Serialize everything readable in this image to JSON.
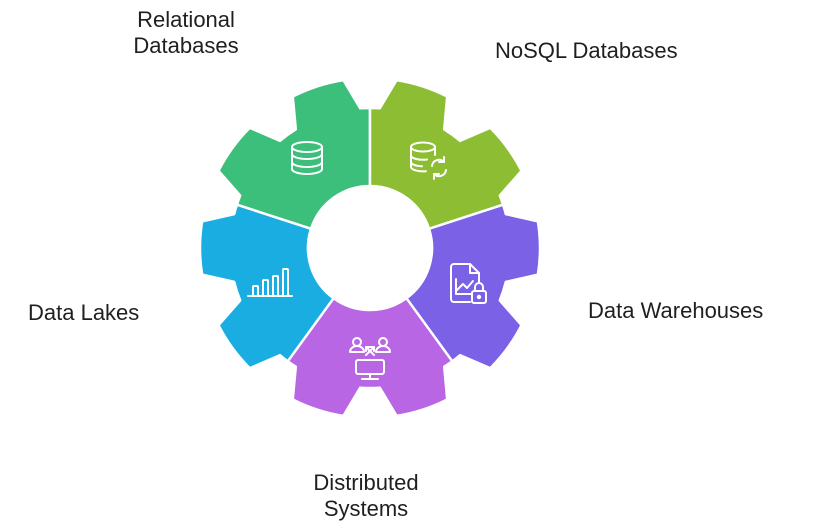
{
  "diagram": {
    "segments": [
      {
        "id": "relational",
        "label_lines": [
          "Relational",
          "Databases"
        ],
        "color": "#3dbf7c",
        "icon": "database-icon"
      },
      {
        "id": "nosql",
        "label_lines": [
          "NoSQL Databases"
        ],
        "color": "#8cbd33",
        "icon": "database-sync-icon"
      },
      {
        "id": "warehouses",
        "label_lines": [
          "Data Warehouses"
        ],
        "color": "#7b61e6",
        "icon": "secure-report-icon"
      },
      {
        "id": "distributed",
        "label_lines": [
          "Distributed",
          "Systems"
        ],
        "color": "#b866e3",
        "icon": "networked-users-icon"
      },
      {
        "id": "lakes",
        "label_lines": [
          "Data Lakes"
        ],
        "color": "#19ade2",
        "icon": "bar-chart-icon"
      }
    ]
  }
}
